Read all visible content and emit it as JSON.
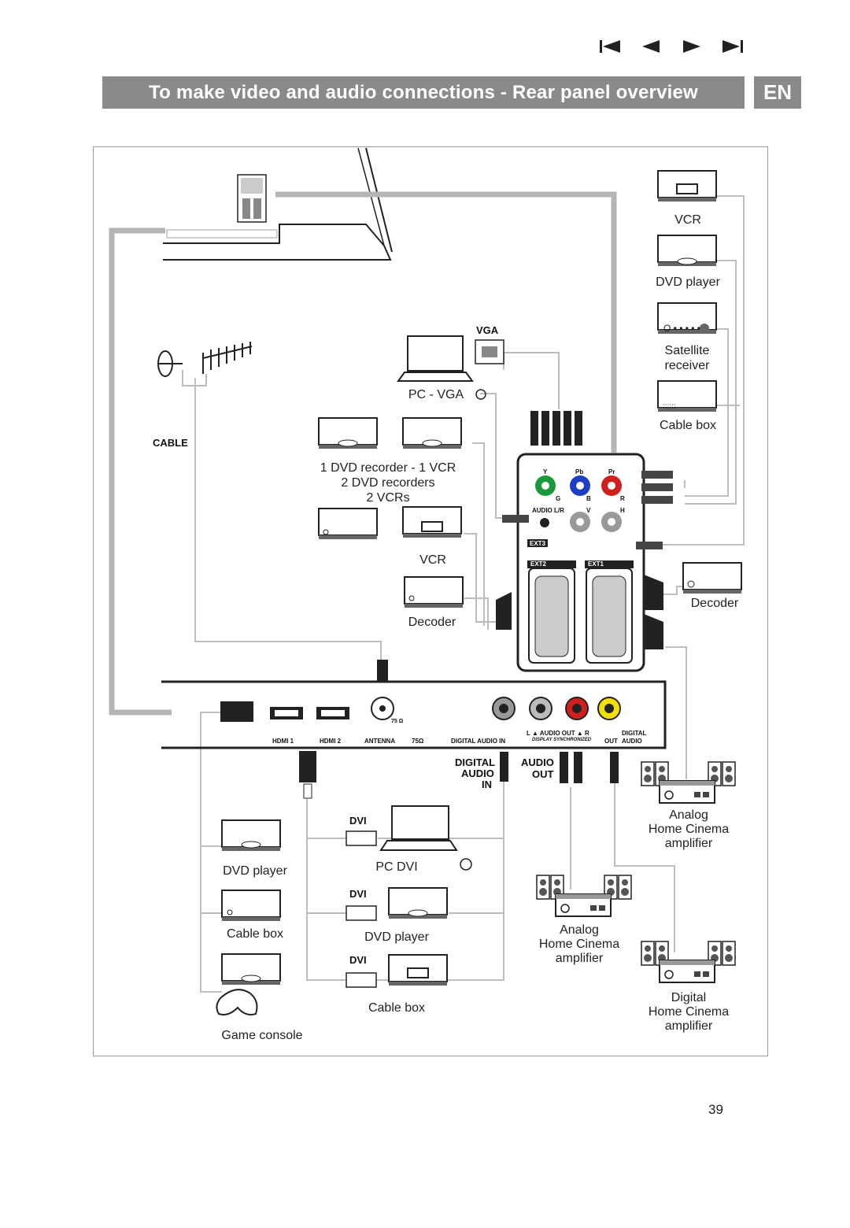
{
  "nav": {
    "first_icon": "skip-first-icon",
    "prev_icon": "previous-icon",
    "next_icon": "next-icon",
    "last_icon": "skip-last-icon"
  },
  "header": {
    "title": "To make video and audio connections - Rear panel overview",
    "lang": "EN",
    "bar_color": "#8a8a8a"
  },
  "devices_right": {
    "vcr": "VCR",
    "dvd_player": "DVD player",
    "satellite_line1": "Satellite",
    "satellite_line2": "receiver",
    "cable_box": "Cable box",
    "decoder": "Decoder",
    "analog_hc_line1": "Analog",
    "analog_hc_line2": "Home Cinema",
    "analog_hc_line3": "amplifier",
    "digital_hc_line1": "Digital",
    "digital_hc_line2": "Home Cinema",
    "digital_hc_line3": "amplifier"
  },
  "devices_center": {
    "vga_label": "VGA",
    "pc_vga": "PC - VGA",
    "recorders_line1": "1 DVD recorder - 1 VCR",
    "recorders_line2": "2 DVD recorders",
    "recorders_line3": "2 VCRs",
    "vcr": "VCR",
    "decoder": "Decoder",
    "dvi1": "DVI",
    "pc_dvi": "PC DVI",
    "dvi2": "DVI",
    "dvd_player": "DVD player",
    "dvi3": "DVI",
    "cable_box": "Cable box",
    "analog_hc_line1": "Analog",
    "analog_hc_line2": "Home Cinema",
    "analog_hc_line3": "amplifier"
  },
  "devices_left": {
    "cable": "CABLE",
    "dvd_player": "DVD player",
    "cable_box": "Cable box",
    "game_console": "Game console"
  },
  "panel": {
    "y": "Y",
    "pb": "Pb",
    "pr": "Pr",
    "g": "G",
    "b": "B",
    "r": "R",
    "audio_lr": "AUDIO L/R",
    "v": "V",
    "h": "H",
    "ext3": "EXT3",
    "ext2": "EXT2",
    "ext1": "EXT1"
  },
  "bottom_panel": {
    "hdmi1": "HDMI 1",
    "hdmi2": "HDMI 2",
    "antenna": "ANTENNA",
    "ohm": "75Ω",
    "ohm_small": "75 Ω",
    "digital_audio_in": "DIGITAL AUDIO IN",
    "audio_out": "L ▲ AUDIO OUT ▲ R",
    "display_sync": "DISPLAY SYNCHRONIZED",
    "out": "OUT",
    "digital_audio_label": "DIGITAL",
    "audio_small": "AUDIO",
    "dig_audio_in_1": "DIGITAL",
    "dig_audio_in_2": "AUDIO",
    "dig_audio_in_3": "IN",
    "audio_out_1": "AUDIO",
    "audio_out_2": "OUT"
  },
  "page_number": "39",
  "colors": {
    "green": "#1a9a3a",
    "blue": "#1d3fc4",
    "red": "#d0201e",
    "yellow": "#f4e000",
    "cable": "#b5b5b5"
  }
}
